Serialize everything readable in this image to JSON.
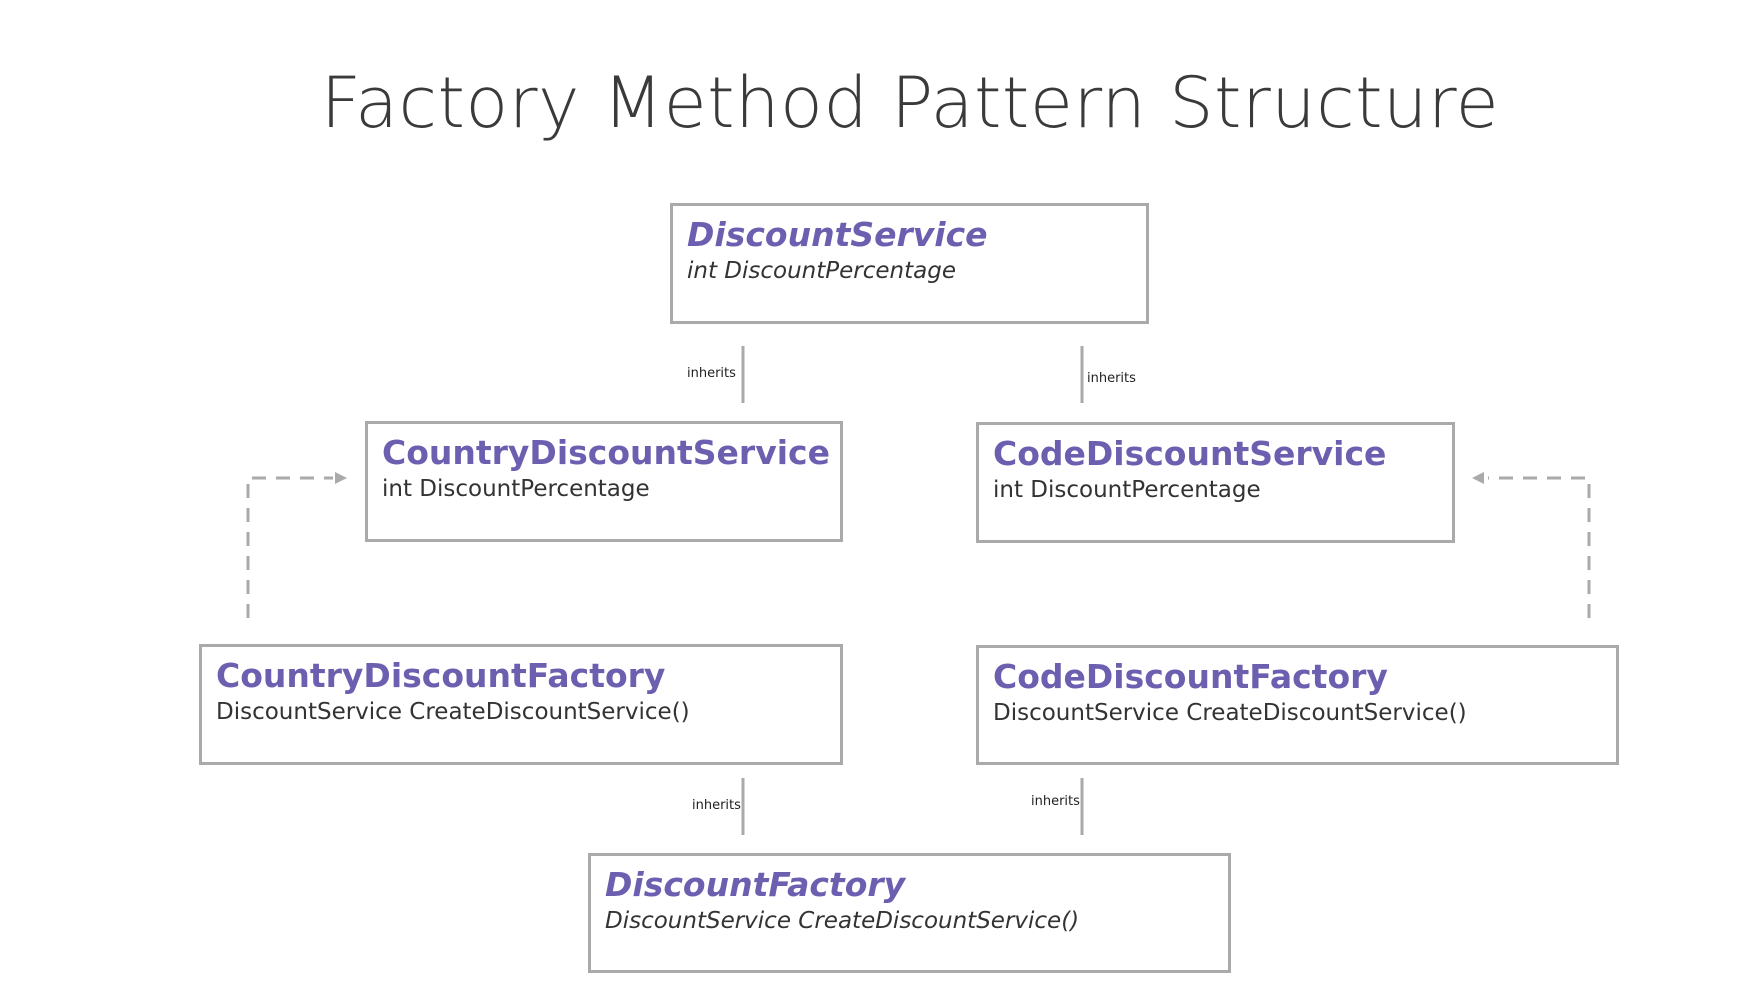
{
  "title": "Factory Method Pattern Structure",
  "colors": {
    "class_name": "#6c5fb0",
    "member_text": "#333333",
    "box_border": "#aaaaaa",
    "connector": "#aaaaaa"
  },
  "classes": {
    "discount_service": {
      "name": "DiscountService",
      "member": "int DiscountPercentage"
    },
    "country_discount_service": {
      "name": "CountryDiscountService",
      "member": "int DiscountPercentage"
    },
    "code_discount_service": {
      "name": "CodeDiscountService",
      "member": "int DiscountPercentage"
    },
    "country_discount_factory": {
      "name": "CountryDiscountFactory",
      "member": "DiscountService CreateDiscountService()"
    },
    "code_discount_factory": {
      "name": "CodeDiscountFactory",
      "member": "DiscountService CreateDiscountService()"
    },
    "discount_factory": {
      "name": "DiscountFactory",
      "member": "DiscountService CreateDiscountService()"
    }
  },
  "edges": {
    "country_service_inherits": "inherits",
    "code_service_inherits": "inherits",
    "country_factory_inherits": "inherits",
    "code_factory_inherits": "inherits"
  }
}
